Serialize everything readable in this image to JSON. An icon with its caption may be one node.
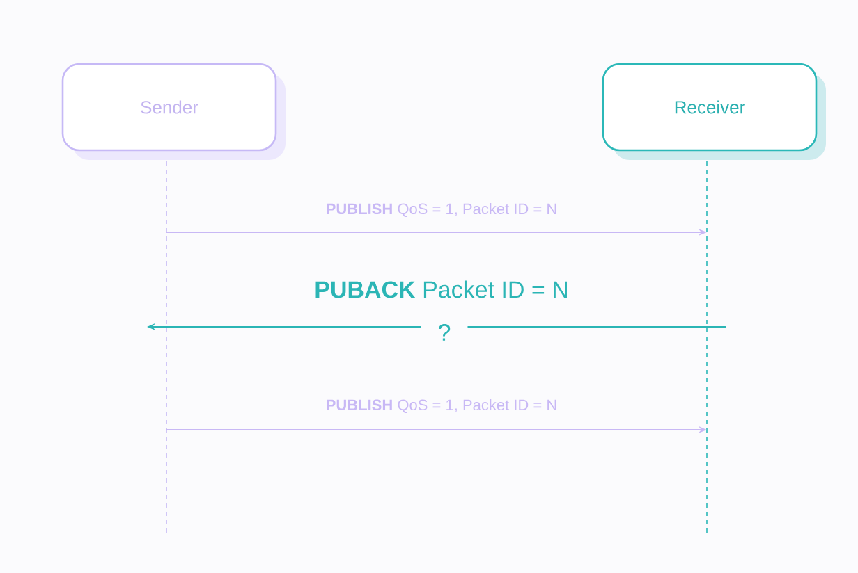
{
  "diagram": {
    "nodes": [
      {
        "text": [
          "Sender"
        ]
      },
      {
        "text": [
          "Receiver"
        ]
      }
    ],
    "edges": [
      {
        "from": 0,
        "to": 1,
        "arrow": "to",
        "label": "**PUBLISH** QoS = 1, Packet ID = N"
      },
      {
        "from": 1,
        "to": 0,
        "arrow": "to",
        "label": "**PUBACK** Packet ID = N",
        "color": "#2bb5b5"
      },
      {
        "from": 0,
        "to": 1,
        "arrow": "to",
        "label": "**PUBLISH** QoS = 1, Packet ID = N"
      }
    ],
    "labels": [
      "?"
    ]
  }
}
